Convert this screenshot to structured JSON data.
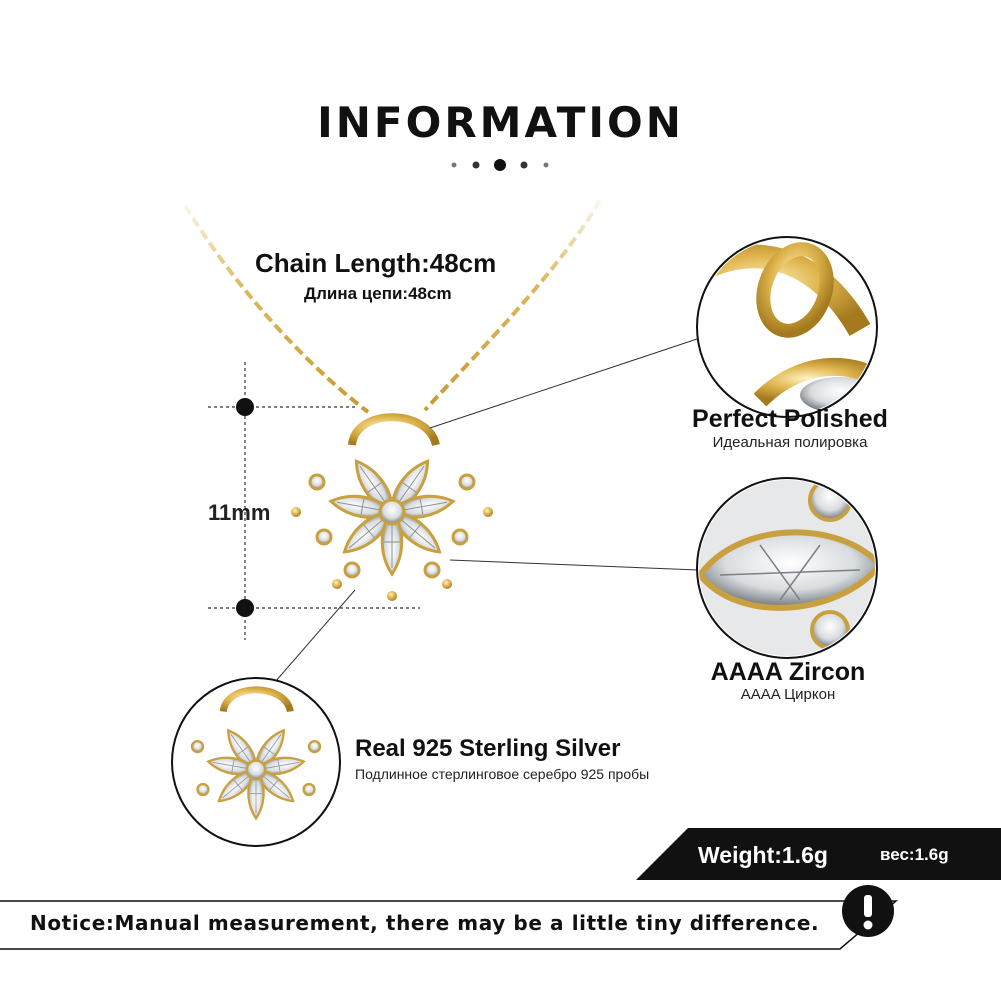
{
  "header": {
    "title": "INFORMATION"
  },
  "chain": {
    "length_label": "Chain Length:48cm",
    "length_label_ru": "Длина цепи:48cm"
  },
  "pendant": {
    "size_label": "11mm"
  },
  "features": [
    {
      "title": "Perfect  Polished",
      "subtitle": "Идеальная полировка"
    },
    {
      "title": "AAAA Zircon",
      "subtitle": "AAAA Циркон"
    }
  ],
  "material": {
    "title": "Real 925  Sterling  Silver",
    "subtitle": "Подлинное стерлинговое серебро 925 пробы"
  },
  "weight": {
    "label": "Weight:1.6g",
    "label_ru": "вес:1.6g"
  },
  "notice": {
    "text": "Notice:Manual measurement, there may be a little tiny difference.",
    "icon": "exclamation-icon"
  },
  "colors": {
    "gold": "#d8b04a",
    "dark_band": "#111111",
    "text": "#111111"
  }
}
